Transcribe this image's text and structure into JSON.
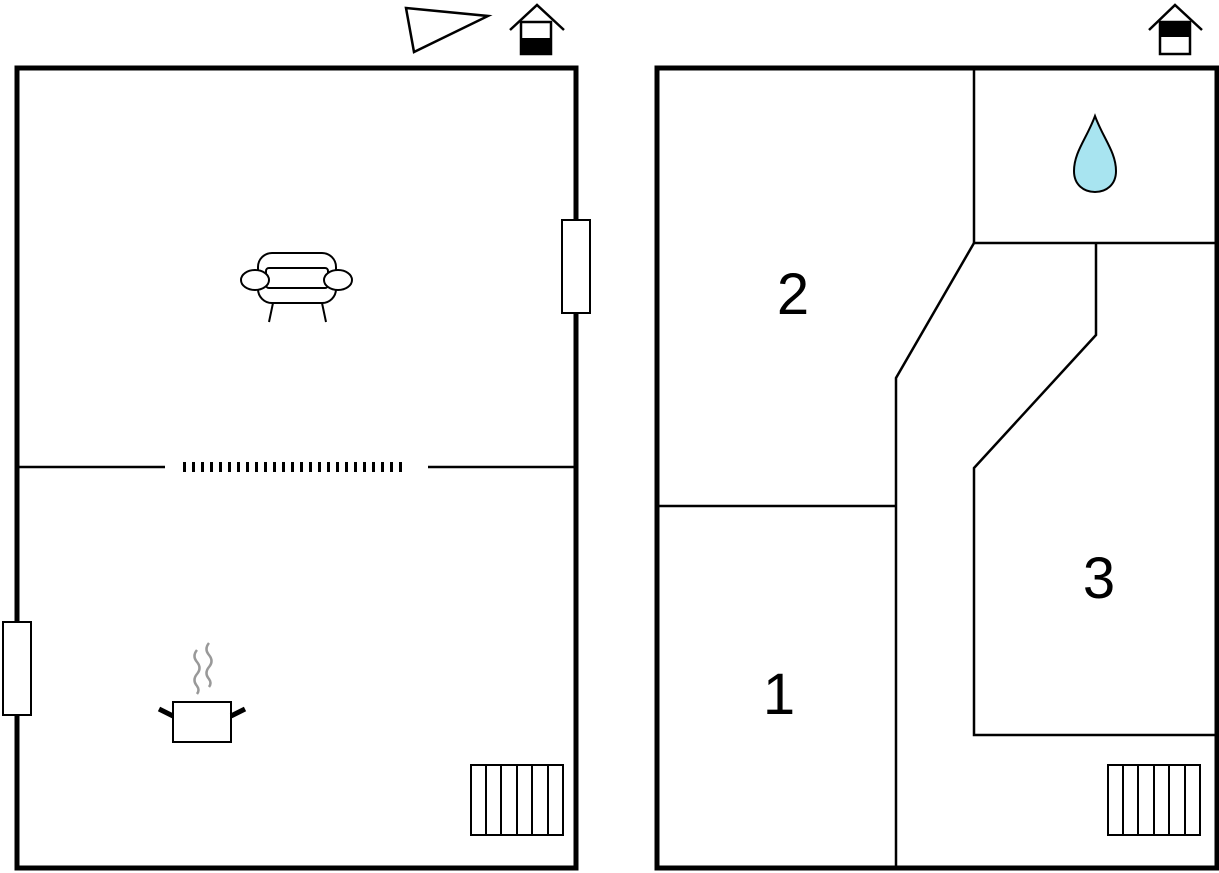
{
  "plans": [
    {
      "id": "ground-floor",
      "icons": [
        "compass-icon",
        "floor-indicator-ground-icon",
        "sofa-icon",
        "cooking-pot-icon",
        "staircase-icon",
        "window-icon"
      ],
      "rooms": []
    },
    {
      "id": "upper-floor",
      "icons": [
        "floor-indicator-upper-icon",
        "water-drop-icon",
        "staircase-icon"
      ],
      "rooms": [
        {
          "number": "2"
        },
        {
          "number": "1"
        },
        {
          "number": "3"
        }
      ]
    }
  ],
  "colors": {
    "wall": "#000000",
    "background": "#ffffff",
    "water_drop": "#a8e4f0",
    "steam": "#999999"
  }
}
